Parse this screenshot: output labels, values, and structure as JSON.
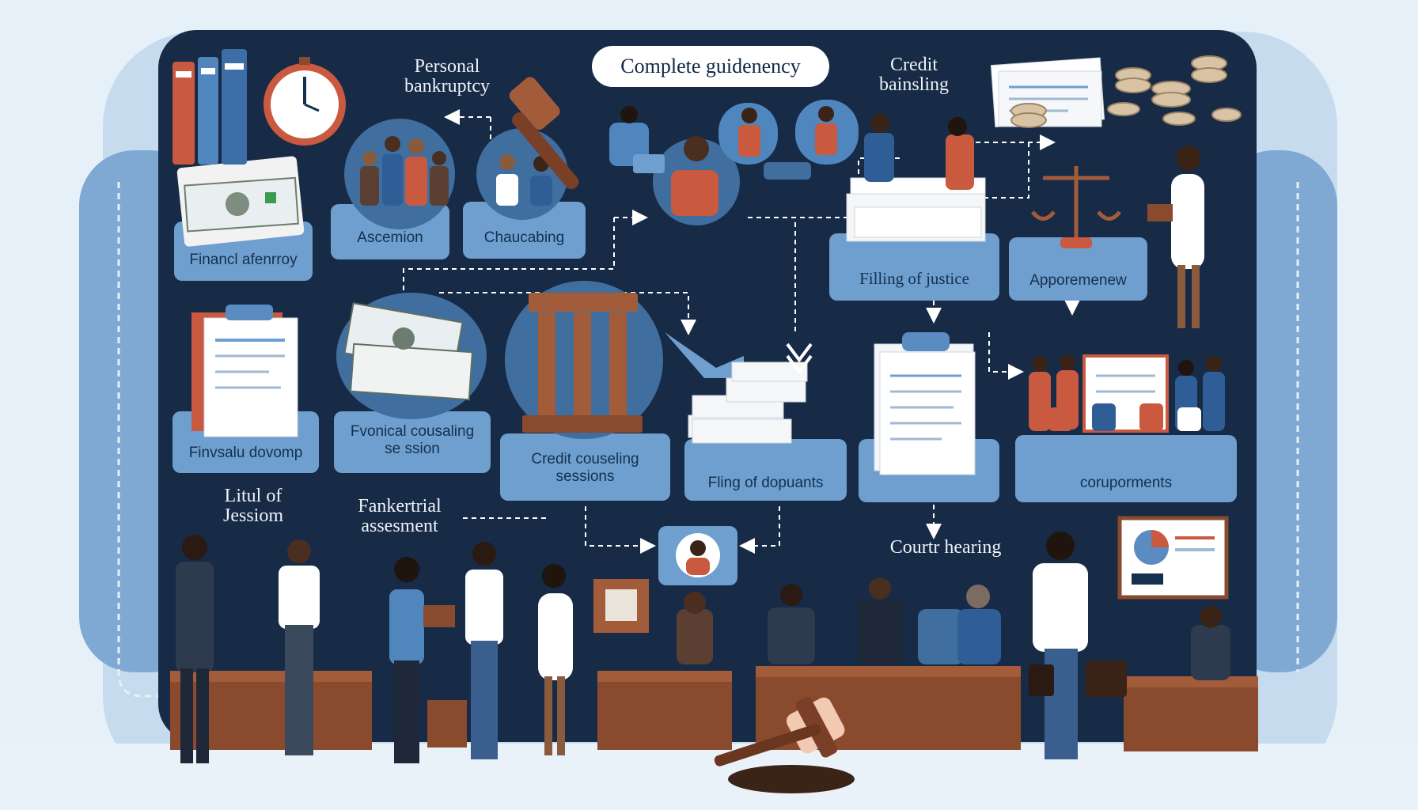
{
  "title": "Complete guidenency",
  "labels": {
    "personal_bankruptcy": "Personal\nbankruptcy",
    "credit_bainsling": "Credit\nbainsling",
    "financl_afenrroy": "Financl afenrroy",
    "ascemion": "Ascemion",
    "chaucabing": "Chaucabing",
    "filling_justice": "Filling of justice",
    "apporemenew": "Apporemenew",
    "finvsalu_dovomp": "Finvsalu dovomp",
    "fvonical_counseling": "Fvonical cousaling\nse ssion",
    "credit_counseling": "Credit couseling\nsessions",
    "fling_dopuants": "Fling of dopuants",
    "corupporments": "coruporments",
    "litul_jession": "Litul of\nJessiom",
    "fankertrial": "Fankertrial\nassesment",
    "court_hearing": "Courtr hearing"
  },
  "colors": {
    "page_bg": "#e6f0f8",
    "panel": "#172a46",
    "box": "#6f9fcf",
    "box_dark": "#3f6e9f",
    "accent_red": "#c9593f",
    "wood": "#8a4a2d",
    "paper": "#ffffff"
  },
  "icons": [
    "book-icon",
    "clock-icon",
    "gavel-icon",
    "money-icon",
    "clipboard-icon",
    "document-icon",
    "pillar-building-icon",
    "scales-icon",
    "coin-stack-icon",
    "people-icon",
    "avatar-icon",
    "chart-board-icon",
    "arrow-icon"
  ]
}
